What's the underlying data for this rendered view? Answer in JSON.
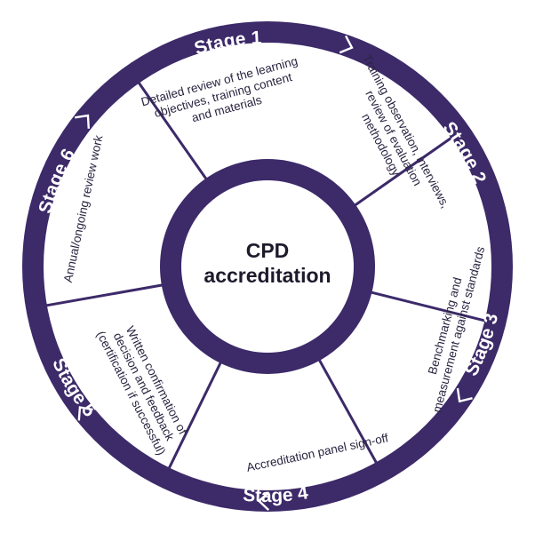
{
  "colors": {
    "ring": "#3c2a69",
    "background": "#ffffff",
    "divider": "#3c2a69",
    "stage_text": "#ffffff",
    "segment_text": "#2b2440",
    "center_text": "#1e1a2b"
  },
  "center": {
    "lines": [
      "CPD",
      "accreditation"
    ]
  },
  "stages": [
    {
      "label": "Stage 1",
      "description_lines": [
        "Detailed review of the learning",
        "objectives, training content",
        "and materials"
      ]
    },
    {
      "label": "Stage 2",
      "description_lines": [
        "Training observation, interviews,",
        "review of evaluation",
        "methodology"
      ]
    },
    {
      "label": "Stage 3",
      "description_lines": [
        "Benchmarking and",
        "measurement against standards"
      ]
    },
    {
      "label": "Stage 4",
      "description_lines": [
        "Accreditation panel sign-off"
      ]
    },
    {
      "label": "Stage 5",
      "description_lines": [
        "Written confirmation of",
        "decision and feedback",
        "(certification if successful)"
      ]
    },
    {
      "label": "Stage 6",
      "description_lines": [
        "Annual/ongoing review work"
      ]
    }
  ],
  "icons": {
    "stage_arrow": "chevron-arrow-icon"
  }
}
